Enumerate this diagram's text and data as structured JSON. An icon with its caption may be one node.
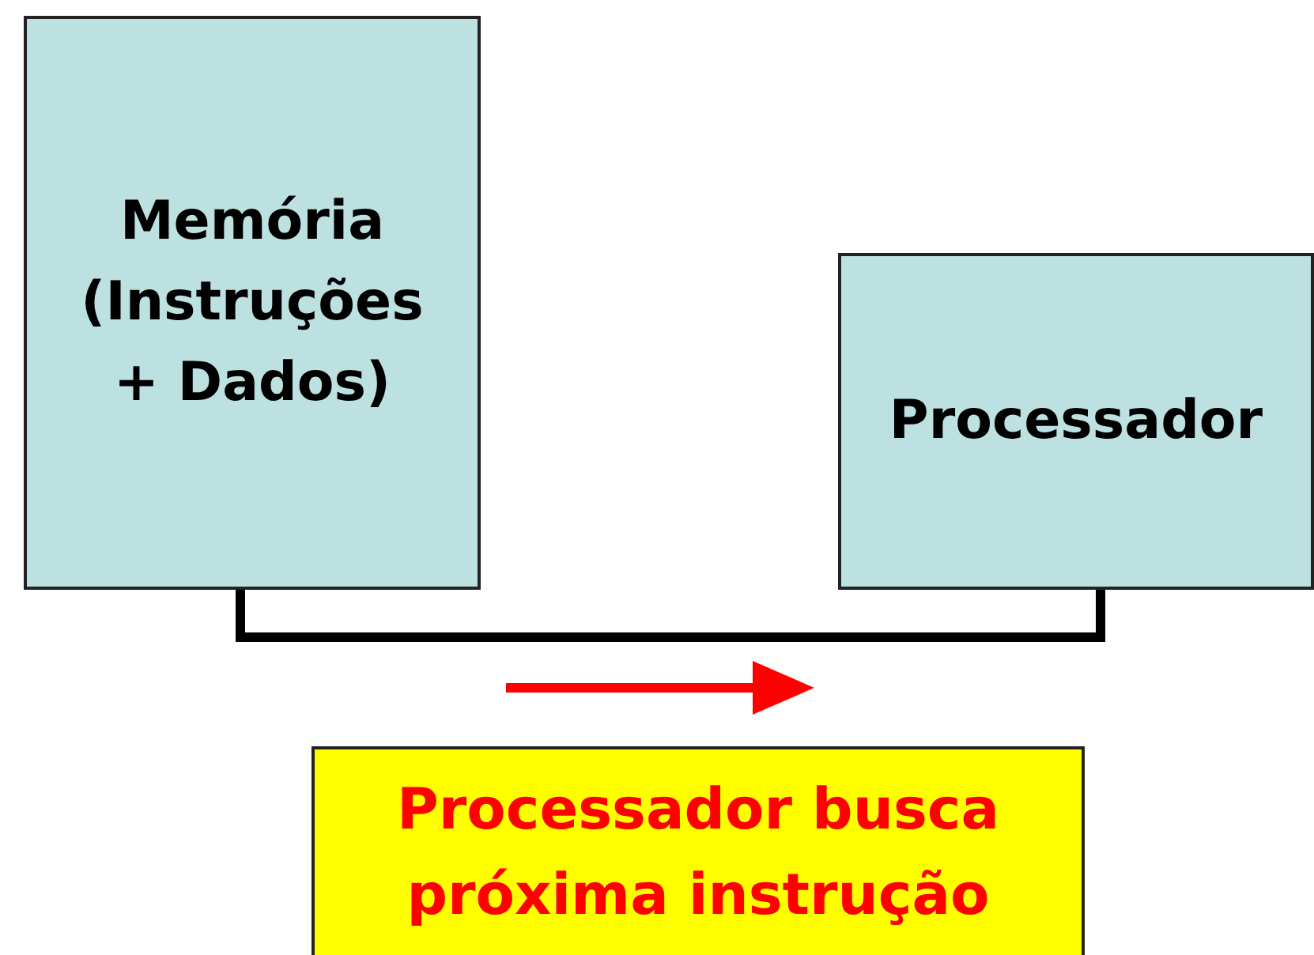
{
  "diagram": {
    "nodes": [
      {
        "text": [
          "Memória (Instruções + Dados)"
        ]
      },
      {
        "text": [
          "Processador"
        ]
      },
      {
        "text": [
          "Processador busca próxima instrução"
        ]
      }
    ],
    "edges": [
      {
        "from": 0,
        "to": 1,
        "arrow": "none"
      }
    ]
  }
}
